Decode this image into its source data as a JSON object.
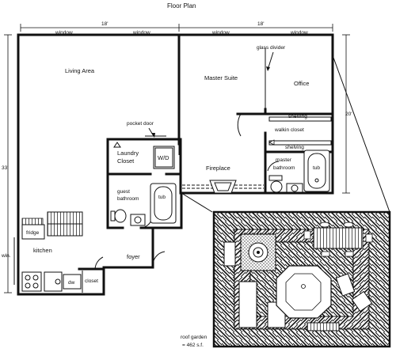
{
  "title": "Floor Plan",
  "dimensions": {
    "top_left_width": "18'",
    "top_right_width": "18'",
    "left_height": "33'",
    "right_height": "20'"
  },
  "windows": [
    "window",
    "window",
    "window",
    "window",
    "win."
  ],
  "rooms": {
    "living_area": "Living Area",
    "master_suite": "Master Suite",
    "office": "Office",
    "laundry_closet": [
      "Laundry",
      "Closet"
    ],
    "washer_dryer": "W/D",
    "guest_bathroom": [
      "guest",
      "bathroom"
    ],
    "fireplace": "Fireplace",
    "walkin_closet": "walkin closet",
    "master_bathroom": [
      "master",
      "bathroom"
    ],
    "kitchen": "kitchen",
    "foyer": "foyer",
    "closet": "closet"
  },
  "fixtures": {
    "tub_guest": "tub",
    "tub_master": "tub",
    "fridge": "fridge",
    "dishwasher": "dw",
    "shelving_upper": "shelving",
    "shelving_lower": "shelving"
  },
  "annotations": {
    "glass_divider": "glass divider",
    "pocket_door": "pocket door"
  },
  "roof_garden_note": [
    "roof garden",
    "= 462 s.f."
  ]
}
